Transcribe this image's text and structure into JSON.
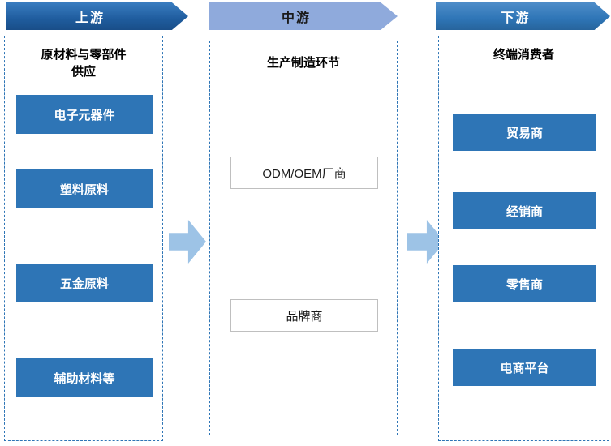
{
  "banners": [
    {
      "label": "上游"
    },
    {
      "label": "中游"
    },
    {
      "label": "下游"
    }
  ],
  "columns": [
    {
      "title": "原材料与零部件供应",
      "items": [
        "电子元器件",
        "塑料原料",
        "五金原料",
        "辅助材料等"
      ]
    },
    {
      "title": "生产制造环节",
      "items": [
        "ODM/OEM厂商",
        "品牌商"
      ]
    },
    {
      "title": "终端消费者",
      "items": [
        "贸易商",
        "经销商",
        "零售商",
        "电商平台"
      ]
    }
  ],
  "colors": {
    "banner_upstream": "#1f5c9e",
    "banner_midstream": "#8faadc",
    "banner_downstream": "#2e75b6",
    "item_fill": "#2e75b6",
    "item_outline_border": "#bfbfbf",
    "column_border": "#2e75b6",
    "arrow_fill": "#9dc3e6"
  }
}
